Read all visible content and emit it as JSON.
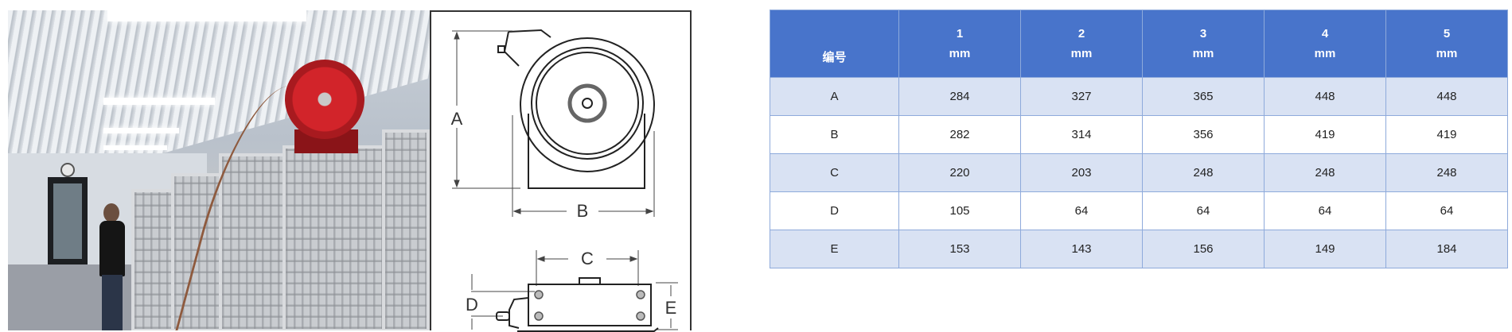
{
  "photo": {
    "description": "Red hose reel mounted above kennel runs with man holding spray nozzle",
    "reel_color": "#d2242a"
  },
  "drawing": {
    "labels": {
      "A": "A",
      "B": "B",
      "C": "C",
      "D": "D",
      "E": "E"
    }
  },
  "table": {
    "header_bg": "#4874cb",
    "alt_row_bg": "#d9e2f3",
    "border_color": "#8eaadb",
    "columns": [
      {
        "label": "编号",
        "unit": ""
      },
      {
        "label": "1",
        "unit": "mm"
      },
      {
        "label": "2",
        "unit": "mm"
      },
      {
        "label": "3",
        "unit": "mm"
      },
      {
        "label": "4",
        "unit": "mm"
      },
      {
        "label": "5",
        "unit": "mm"
      }
    ],
    "rows": [
      {
        "id": "A",
        "values": [
          "284",
          "327",
          "365",
          "448",
          "448"
        ]
      },
      {
        "id": "B",
        "values": [
          "282",
          "314",
          "356",
          "419",
          "419"
        ]
      },
      {
        "id": "C",
        "values": [
          "220",
          "203",
          "248",
          "248",
          "248"
        ]
      },
      {
        "id": "D",
        "values": [
          "105",
          "64",
          "64",
          "64",
          "64"
        ]
      },
      {
        "id": "E",
        "values": [
          "153",
          "143",
          "156",
          "149",
          "184"
        ]
      }
    ]
  }
}
